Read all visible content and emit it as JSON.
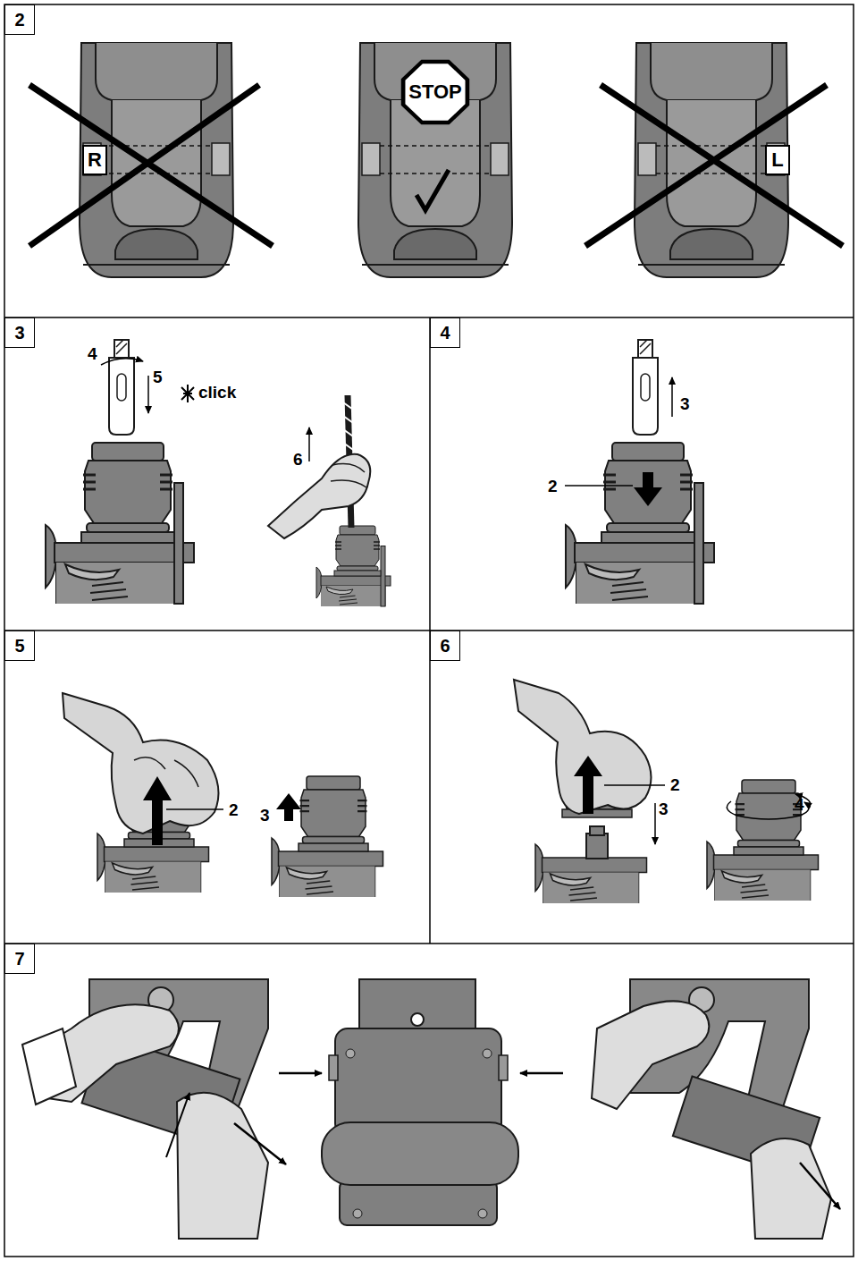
{
  "diagram": {
    "nodes": [
      {
        "text": [
          "2"
        ]
      },
      {
        "text": [
          "R"
        ]
      },
      {
        "text": [
          "STOP"
        ]
      },
      {
        "text": [
          "L"
        ]
      },
      {
        "text": [
          "3"
        ]
      },
      {
        "text": [
          "4"
        ]
      },
      {
        "text": [
          "5"
        ]
      },
      {
        "text": [
          "6"
        ]
      },
      {
        "text": [
          "7"
        ]
      }
    ],
    "labels": [
      "4",
      "5",
      "click",
      "6",
      "2",
      "3",
      "2",
      "3",
      "2",
      "3",
      "4"
    ]
  }
}
